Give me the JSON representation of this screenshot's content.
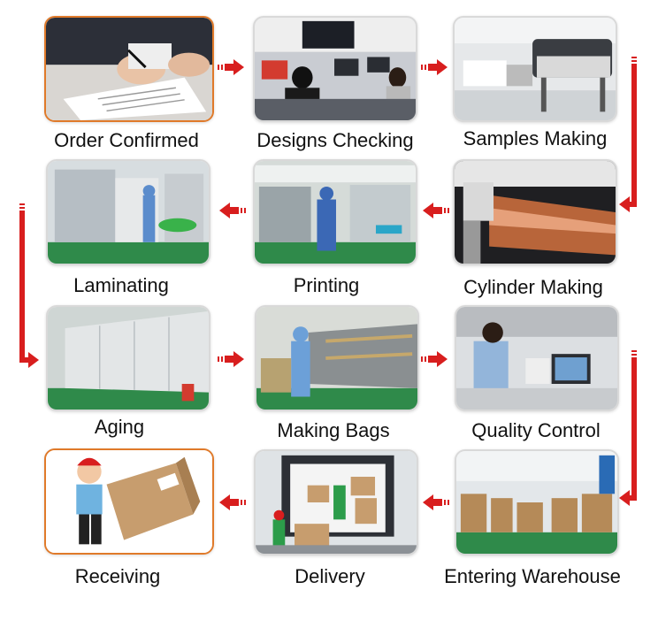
{
  "steps": [
    {
      "label": "Order Confirmed",
      "image": "hand-signing-contract"
    },
    {
      "label": "Designs Checking",
      "image": "designers-at-computers"
    },
    {
      "label": "Samples Making",
      "image": "plotter-printer"
    },
    {
      "label": "Cylinder Making",
      "image": "copper-cylinder"
    },
    {
      "label": "Printing",
      "image": "printing-press-operator"
    },
    {
      "label": "Laminating",
      "image": "laminating-machine-operator"
    },
    {
      "label": "Aging",
      "image": "aging-oven-room"
    },
    {
      "label": "Making Bags",
      "image": "bag-making-machines"
    },
    {
      "label": "Quality Control",
      "image": "lab-technician-testing"
    },
    {
      "label": "Entering Warehouse",
      "image": "warehouse-shelves"
    },
    {
      "label": "Delivery",
      "image": "workers-loading-truck"
    },
    {
      "label": "Receiving",
      "image": "courier-carrying-box"
    }
  ],
  "colors": {
    "arrow": "#d81e1e",
    "accent_border": "#e07a2a",
    "card_border": "#d9d9d9"
  }
}
